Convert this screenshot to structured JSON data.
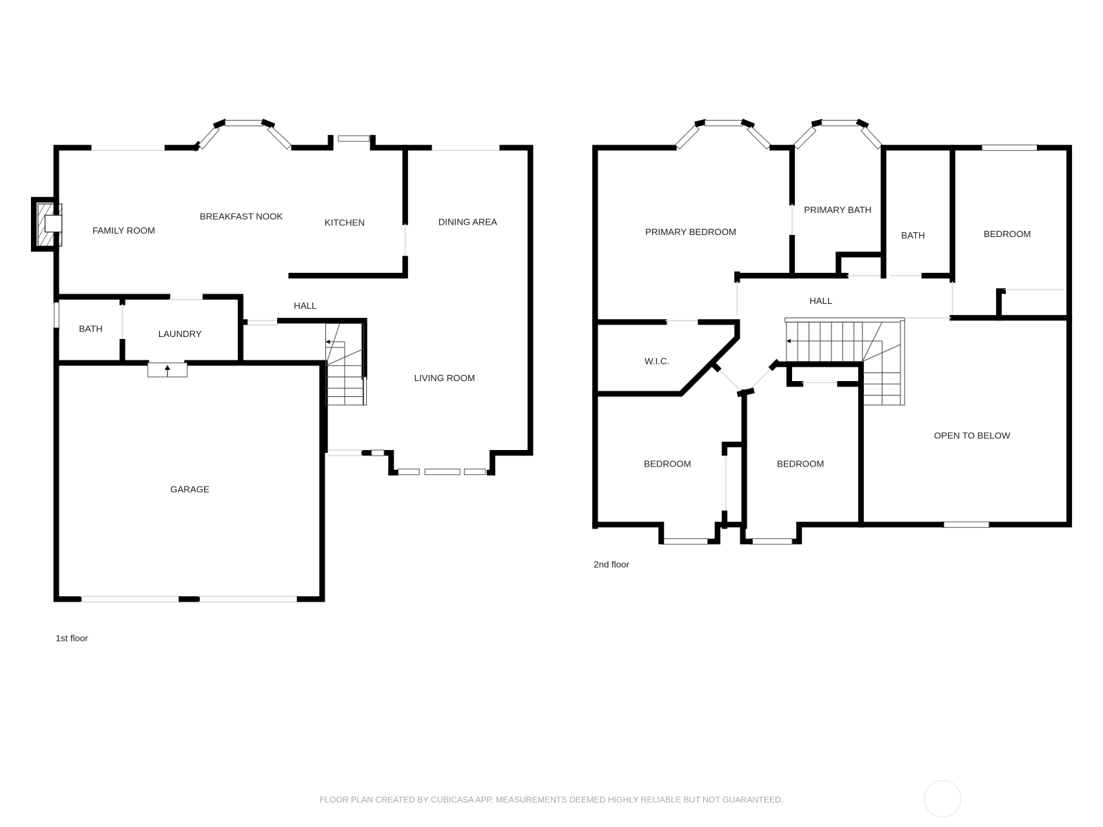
{
  "first_floor": {
    "label": "1st floor",
    "rooms": [
      {
        "id": "family-room",
        "name": "FAMILY ROOM"
      },
      {
        "id": "breakfast-nook",
        "name": "BREAKFAST NOOK"
      },
      {
        "id": "kitchen",
        "name": "KITCHEN"
      },
      {
        "id": "dining-area",
        "name": "DINING AREA"
      },
      {
        "id": "hall",
        "name": "HALL"
      },
      {
        "id": "bath",
        "name": "BATH"
      },
      {
        "id": "laundry",
        "name": "LAUNDRY"
      },
      {
        "id": "living-room",
        "name": "LIVING ROOM"
      },
      {
        "id": "garage",
        "name": "GARAGE"
      }
    ]
  },
  "second_floor": {
    "label": "2nd floor",
    "rooms": [
      {
        "id": "primary-bedroom",
        "name": "PRIMARY BEDROOM"
      },
      {
        "id": "primary-bath",
        "name": "PRIMARY BATH"
      },
      {
        "id": "bath",
        "name": "BATH"
      },
      {
        "id": "bedroom-ne",
        "name": "BEDROOM"
      },
      {
        "id": "hall",
        "name": "HALL"
      },
      {
        "id": "wic",
        "name": "W.I.C."
      },
      {
        "id": "bedroom-sw",
        "name": "BEDROOM"
      },
      {
        "id": "bedroom-s",
        "name": "BEDROOM"
      },
      {
        "id": "open-to-below",
        "name": "OPEN TO BELOW"
      }
    ]
  },
  "footer": {
    "disclaimer": "FLOOR PLAN CREATED BY CUBICASA APP. MEASUREMENTS DEEMED HIGHLY RELIABLE BUT NOT GUARANTEED."
  },
  "colors": {
    "wall": "#000000",
    "background": "#ffffff",
    "footer_text": "#a8a8a8"
  }
}
